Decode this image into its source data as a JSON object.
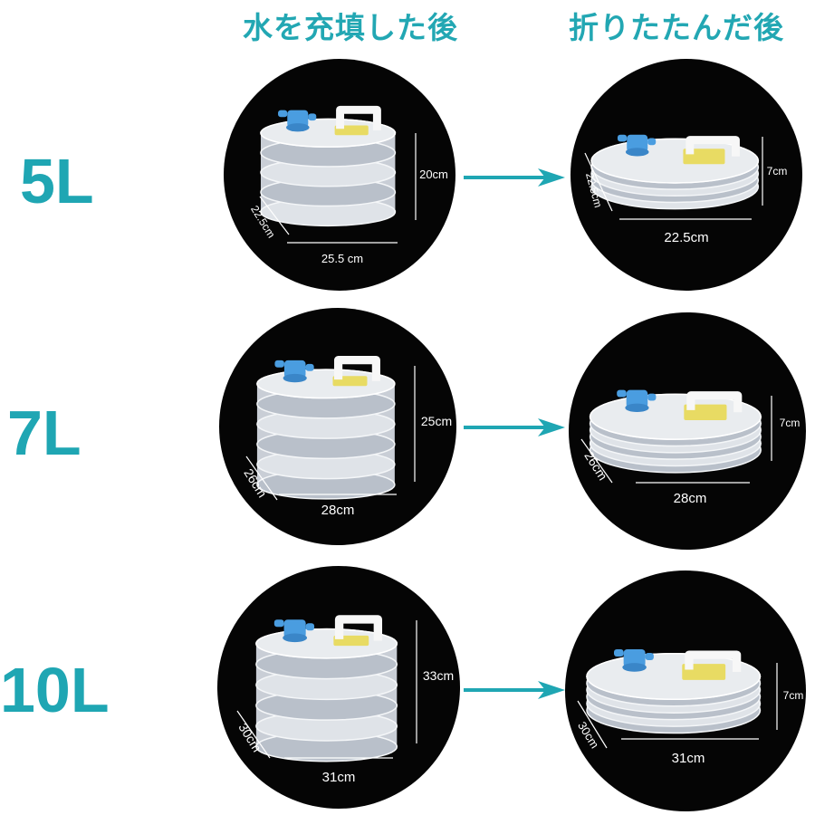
{
  "headers": {
    "filled": "水を充填した後",
    "folded": "折りたたんだ後"
  },
  "rows": [
    {
      "capacity": "5L",
      "filled": {
        "height": "20cm",
        "depth": "22.5cm",
        "width": "25.5 cm",
        "rings": 5
      },
      "folded": {
        "height": "7cm",
        "depth": "22.5cm",
        "width": "22.5cm",
        "rings": 5
      }
    },
    {
      "capacity": "7L",
      "filled": {
        "height": "25cm",
        "depth": "26cm",
        "width": "28cm",
        "rings": 6
      },
      "folded": {
        "height": "7cm",
        "depth": "26cm",
        "width": "28cm",
        "rings": 6
      }
    },
    {
      "capacity": "10L",
      "filled": {
        "height": "33cm",
        "depth": "30cm",
        "width": "31cm",
        "rings": 6
      },
      "folded": {
        "height": "7cm",
        "depth": "30cm",
        "width": "31cm",
        "rings": 6
      }
    }
  ],
  "colors": {
    "accent": "#1fa6b3",
    "circle": "#050505",
    "cap": "#4a9de0",
    "label_yellow": "#e8d84a"
  }
}
